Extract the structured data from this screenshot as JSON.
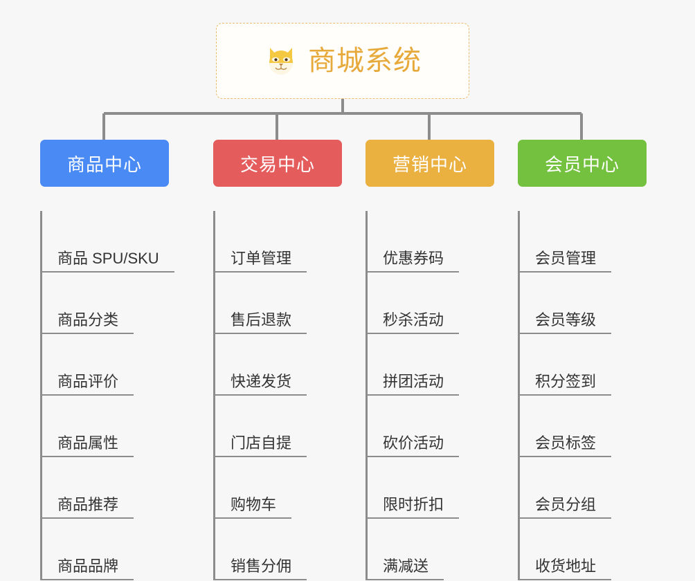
{
  "root": {
    "title": "商城系统",
    "icon": "shiba-dog-face-icon",
    "border_color": "#eabb6b",
    "title_color": "#e7a93a",
    "background": "#fffefb"
  },
  "canvas": {
    "background": "#f7f7f7",
    "line_color": "#8c8c8c"
  },
  "columns": [
    {
      "id": "product-center",
      "label": "商品中心",
      "color": "#4a8af4",
      "items": [
        "商品 SPU/SKU",
        "商品分类",
        "商品评价",
        "商品属性",
        "商品推荐",
        "商品品牌"
      ]
    },
    {
      "id": "trade-center",
      "label": "交易中心",
      "color": "#e55c5c",
      "items": [
        "订单管理",
        "售后退款",
        "快递发货",
        "门店自提",
        "购物车",
        "销售分佣"
      ]
    },
    {
      "id": "marketing-center",
      "label": "营销中心",
      "color": "#eab040",
      "items": [
        "优惠券码",
        "秒杀活动",
        "拼团活动",
        "砍价活动",
        "限时折扣",
        "满减送"
      ]
    },
    {
      "id": "member-center",
      "label": "会员中心",
      "color": "#73c13f",
      "items": [
        "会员管理",
        "会员等级",
        "积分签到",
        "会员标签",
        "会员分组",
        "收货地址"
      ]
    }
  ]
}
